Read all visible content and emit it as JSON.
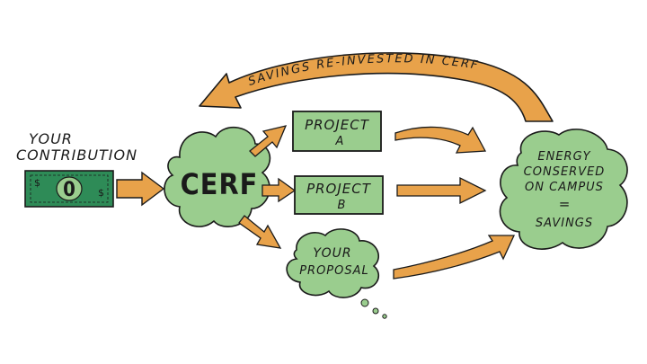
{
  "diagram": {
    "contribution_label_line1": "YOUR",
    "contribution_label_line2": "CONTRIBUTION",
    "money_symbol_left": "$",
    "money_symbol_right": "$",
    "money_value": "0",
    "fund_label": "CERF",
    "project_a_line1": "PROJECT",
    "project_a_line2": "A",
    "project_b_line1": "PROJECT",
    "project_b_line2": "B",
    "proposal_line1": "YOUR",
    "proposal_line2": "PROPOSAL",
    "savings_line1": "ENERGY",
    "savings_line2": "CONSERVED",
    "savings_line3": "ON CAMPUS",
    "savings_equals": "=",
    "savings_line4": "SAVINGS",
    "reinvest_label": "SAVINGS RE-INVESTED IN CERF"
  },
  "colors": {
    "green_fill": "#9acd8e",
    "green_dark": "#2e8b57",
    "arrow_orange": "#e8a24a",
    "ink": "#1a1a1a"
  }
}
